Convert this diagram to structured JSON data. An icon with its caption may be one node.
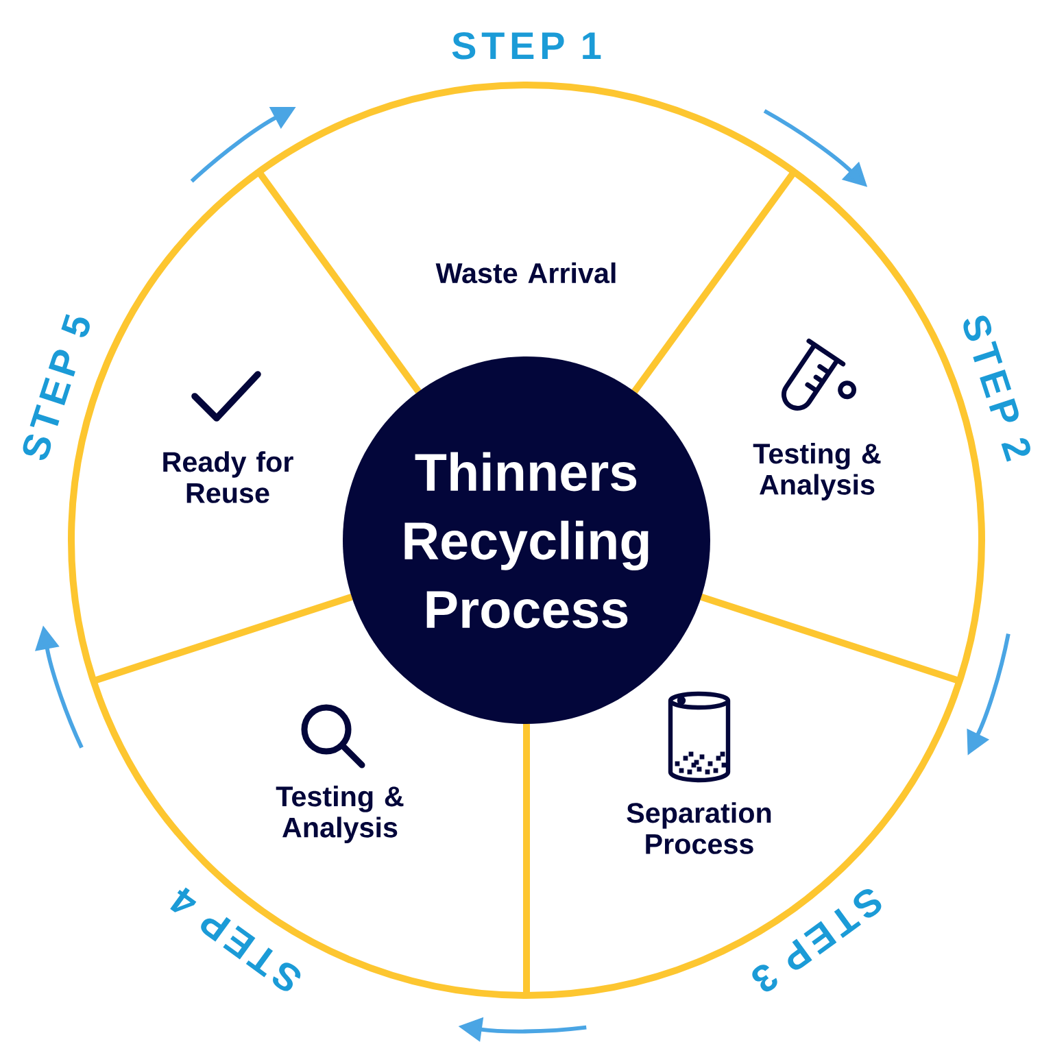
{
  "diagram": {
    "nodes": [
      {
        "text": [
          "Thinners Recycling Process"
        ]
      },
      {
        "text": [
          "Waste Arrival"
        ]
      },
      {
        "text": [
          "Testing & Analysis"
        ]
      },
      {
        "text": [
          "Separation Process"
        ]
      },
      {
        "text": [
          "Testing & Analysis"
        ]
      },
      {
        "text": [
          "Ready for Reuse"
        ]
      }
    ],
    "labels": [
      "STEP 1",
      "STEP 2",
      "STEP 3",
      "STEP 4",
      "STEP 5"
    ]
  }
}
